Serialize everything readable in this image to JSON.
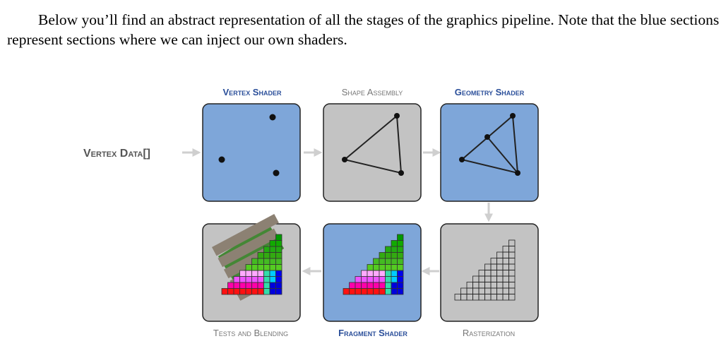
{
  "intro_text": "Below you’ll find an abstract representation of all the stages of the graphics pipeline. Note that the blue sections represent sections where we can inject our own shaders.",
  "input_label": "Vertex Data[]",
  "stages": [
    {
      "label": "Vertex Shader",
      "programmable": true
    },
    {
      "label": "Shape Assembly",
      "programmable": false
    },
    {
      "label": "Geometry Shader",
      "programmable": true
    },
    {
      "label": "Rasterization",
      "programmable": false
    },
    {
      "label": "Fragment Shader",
      "programmable": true
    },
    {
      "label": "Tests and Blending",
      "programmable": false
    }
  ],
  "colors": {
    "programmable": "#7ea6d9",
    "fixed": "#c3c3c3",
    "programmable_label": "#2b4f9a",
    "fixed_label": "#777777",
    "arrow": "#cfcfcf"
  }
}
